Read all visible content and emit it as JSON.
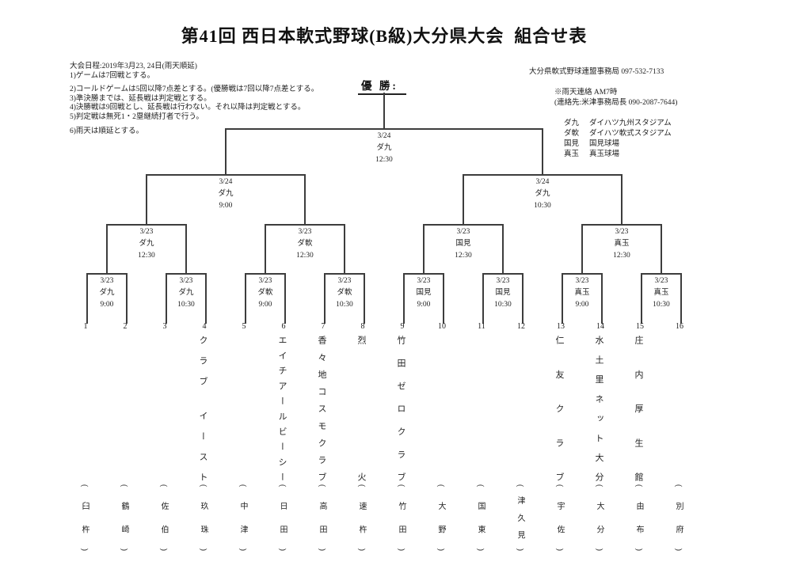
{
  "page": {
    "title": "第41回 西日本軟式野球(B級)大分県大会  組合せ表"
  },
  "info": {
    "schedule": "大会日程:2019年3月23, 24日(雨天順延)",
    "rules": [
      "1)ゲームは7回戦とする。",
      "2)コールドゲームは5回以降7点差とする。(優勝戦は7回以降7点差とする。",
      "3)準決勝までは、延長戦は判定戦とする。",
      "4)決勝戦は9回戦とし、延長戦は行わない。それ以降は判定戦とする。",
      "5)判定戦は無死1・2塁継続打者で行う。",
      "6)雨天は順延とする。"
    ],
    "office": "大分県軟式野球連盟事務局 097-532-7133",
    "rain_notice": "※雨天連絡 AM7時",
    "rain_contact": "(連絡先:米津事務局長 090-2087-7644)",
    "venues": [
      {
        "abbr": "ダ九",
        "name": "ダイハツ九州スタジアム"
      },
      {
        "abbr": "ダ軟",
        "name": "ダイハツ軟式スタジアム"
      },
      {
        "abbr": "国見",
        "name": "国見球場"
      },
      {
        "abbr": "真玉",
        "name": "真玉球場"
      }
    ]
  },
  "champion_label": "優 勝:",
  "bracket": {
    "final": {
      "date": "3/24",
      "venue": "ダ九",
      "time": "12:30"
    },
    "semifinals": [
      {
        "date": "3/24",
        "venue": "ダ九",
        "time": "9:00"
      },
      {
        "date": "3/24",
        "venue": "ダ九",
        "time": "10:30"
      }
    ],
    "quarterfinals": [
      {
        "date": "3/23",
        "venue": "ダ九",
        "time": "12:30"
      },
      {
        "date": "3/23",
        "venue": "ダ軟",
        "time": "12:30"
      },
      {
        "date": "3/23",
        "venue": "国見",
        "time": "12:30"
      },
      {
        "date": "3/23",
        "venue": "真玉",
        "time": "12:30"
      }
    ],
    "round1": [
      {
        "date": "3/23",
        "venue": "ダ九",
        "time": "9:00"
      },
      {
        "date": "3/23",
        "venue": "ダ九",
        "time": "10:30"
      },
      {
        "date": "3/23",
        "venue": "ダ軟",
        "time": "9:00"
      },
      {
        "date": "3/23",
        "venue": "ダ軟",
        "time": "10:30"
      },
      {
        "date": "3/23",
        "venue": "国見",
        "time": "9:00"
      },
      {
        "date": "3/23",
        "venue": "国見",
        "time": "10:30"
      },
      {
        "date": "3/23",
        "venue": "真玉",
        "time": "9:00"
      },
      {
        "date": "3/23",
        "venue": "真玉",
        "time": "10:30"
      }
    ],
    "teams": [
      {
        "no": "1",
        "name": "",
        "district": "(臼杵)"
      },
      {
        "no": "2",
        "name": "",
        "district": "(鶴崎)"
      },
      {
        "no": "3",
        "name": "",
        "district": "(佐伯)"
      },
      {
        "no": "4",
        "name": "クラブ イースト",
        "district": "(玖珠)"
      },
      {
        "no": "5",
        "name": "",
        "district": "(中津)"
      },
      {
        "no": "6",
        "name": "エイチアールビーシー",
        "district": "(日田)"
      },
      {
        "no": "7",
        "name": "香々地コスモクラブ",
        "district": "(高田)"
      },
      {
        "no": "8",
        "name": "烈火",
        "district": "(速杵)"
      },
      {
        "no": "9",
        "name": "竹田ゼロクラブ",
        "district": "(竹田)"
      },
      {
        "no": "10",
        "name": "",
        "district": "(大野)"
      },
      {
        "no": "11",
        "name": "",
        "district": "(国東)"
      },
      {
        "no": "12",
        "name": "",
        "district": "(津久見)"
      },
      {
        "no": "13",
        "name": "仁友クラブ",
        "district": "(宇佐)"
      },
      {
        "no": "14",
        "name": "水土里ネット大分",
        "district": "(大分)"
      },
      {
        "no": "15",
        "name": "庄内厚生館",
        "district": "(由布)"
      },
      {
        "no": "16",
        "name": "",
        "district": "(別府)"
      }
    ]
  }
}
